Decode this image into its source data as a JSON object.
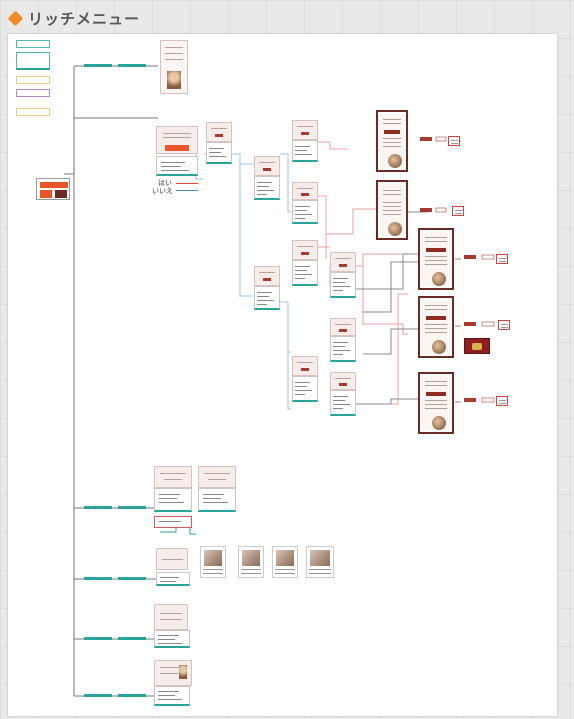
{
  "header": {
    "title": "リッチメニュー",
    "accent": "#f08a24"
  },
  "legend": {
    "yes": "はい",
    "no": "いいえ",
    "yes_color": "#e0473a",
    "no_color": "#4a86d6"
  },
  "colors": {
    "trunk": "#777777",
    "panel_accent": "#2aa39a",
    "card_border": "#d9c2bd",
    "photo_border": "#6b2a22",
    "red_wire": "#e8a0a0",
    "blue_wire": "#9cc3e6"
  }
}
